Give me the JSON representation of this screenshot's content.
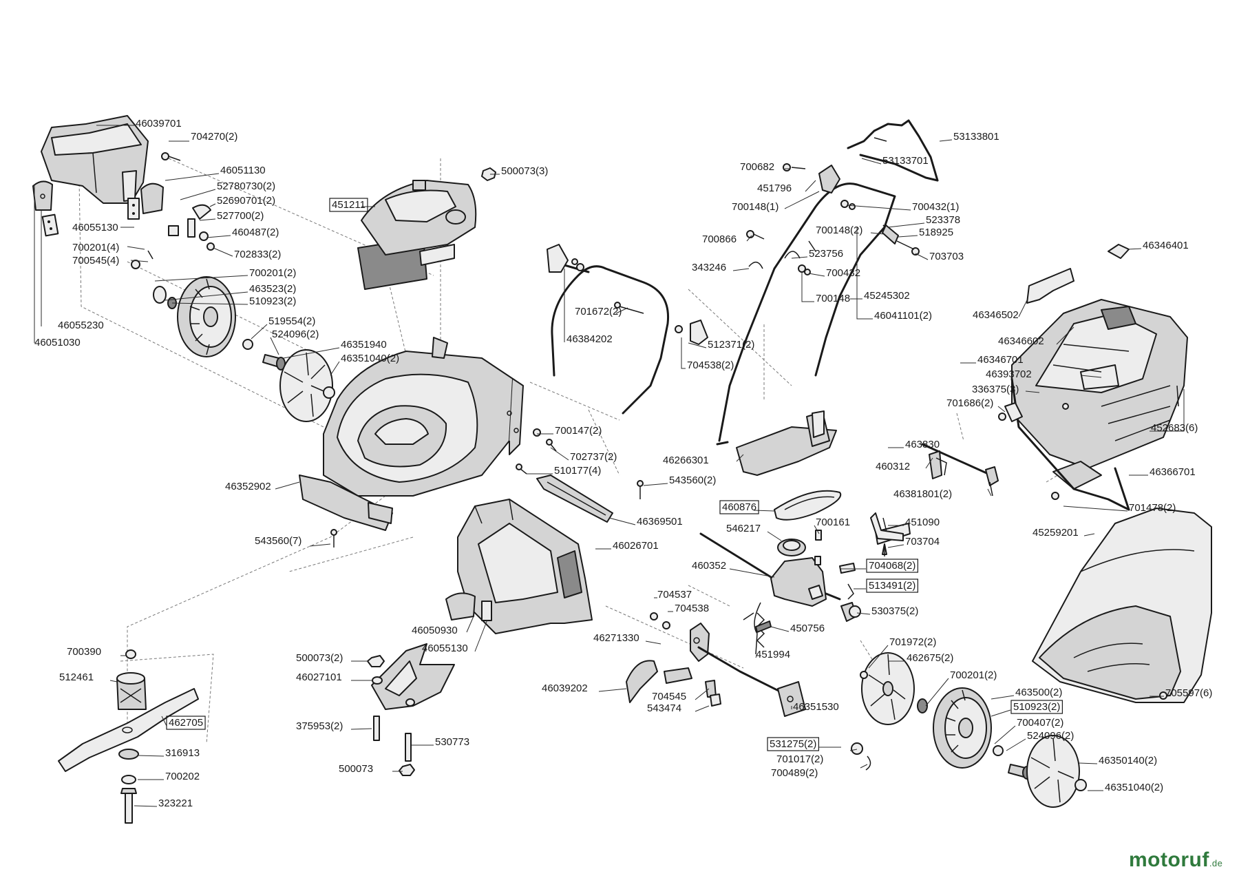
{
  "brand": {
    "name": "motoruf",
    "tld": ".de"
  },
  "colors": {
    "brand": "#2f7a3c",
    "line": "#1a1a1a",
    "part_fill": "#d4d4d4"
  },
  "labels": [
    {
      "id": "l01",
      "text": "46039701"
    },
    {
      "id": "l02",
      "text": "704270(2)"
    },
    {
      "id": "l03",
      "text": "46051130"
    },
    {
      "id": "l04",
      "text": "52780730(2)"
    },
    {
      "id": "l05",
      "text": "52690701(2)"
    },
    {
      "id": "l06",
      "text": "527700(2)"
    },
    {
      "id": "l07",
      "text": "46055130"
    },
    {
      "id": "l08",
      "text": "460487(2)"
    },
    {
      "id": "l09",
      "text": "700201(4)"
    },
    {
      "id": "l10",
      "text": "700545(4)"
    },
    {
      "id": "l11",
      "text": "702833(2)"
    },
    {
      "id": "l12",
      "text": "700201(2)"
    },
    {
      "id": "l13",
      "text": "463523(2)"
    },
    {
      "id": "l14",
      "text": "510923(2)"
    },
    {
      "id": "l15",
      "text": "46055230"
    },
    {
      "id": "l16",
      "text": "46051030"
    },
    {
      "id": "l17",
      "text": "519554(2)"
    },
    {
      "id": "l18",
      "text": "524096(2)"
    },
    {
      "id": "l19",
      "text": "46351940"
    },
    {
      "id": "l20",
      "text": "46351040(2)"
    },
    {
      "id": "l21",
      "text": "500073(3)"
    },
    {
      "id": "l22",
      "text": "451211",
      "boxed": true
    },
    {
      "id": "l23",
      "text": "53133801"
    },
    {
      "id": "l24",
      "text": "53133701"
    },
    {
      "id": "l25",
      "text": "700682"
    },
    {
      "id": "l26",
      "text": "451796"
    },
    {
      "id": "l27",
      "text": "700148(1)"
    },
    {
      "id": "l28",
      "text": "700432(1)"
    },
    {
      "id": "l29",
      "text": "523378"
    },
    {
      "id": "l30",
      "text": "700148(2)"
    },
    {
      "id": "l31",
      "text": "518925"
    },
    {
      "id": "l32",
      "text": "700866"
    },
    {
      "id": "l33",
      "text": "523756"
    },
    {
      "id": "l34",
      "text": "703703"
    },
    {
      "id": "l35",
      "text": "343246"
    },
    {
      "id": "l36",
      "text": "700432"
    },
    {
      "id": "l37",
      "text": "700148"
    },
    {
      "id": "l38",
      "text": "45245302"
    },
    {
      "id": "l39",
      "text": "46041101(2)"
    },
    {
      "id": "l40",
      "text": "701672(2)"
    },
    {
      "id": "l41",
      "text": "46384202"
    },
    {
      "id": "l42",
      "text": "512371(2)"
    },
    {
      "id": "l43",
      "text": "704538(2)"
    },
    {
      "id": "l44",
      "text": "46346401"
    },
    {
      "id": "l45",
      "text": "46346502"
    },
    {
      "id": "l46",
      "text": "46346602"
    },
    {
      "id": "l47",
      "text": "46346701"
    },
    {
      "id": "l48",
      "text": "46393702"
    },
    {
      "id": "l49",
      "text": "336375(3)"
    },
    {
      "id": "l50",
      "text": "701686(2)"
    },
    {
      "id": "l51",
      "text": "452683(6)"
    },
    {
      "id": "l52",
      "text": "700147(2)"
    },
    {
      "id": "l53",
      "text": "702737(2)"
    },
    {
      "id": "l54",
      "text": "510177(4)"
    },
    {
      "id": "l55",
      "text": "46266301"
    },
    {
      "id": "l56",
      "text": "463830"
    },
    {
      "id": "l57",
      "text": "460312"
    },
    {
      "id": "l58",
      "text": "46366701"
    },
    {
      "id": "l59",
      "text": "543560(2)"
    },
    {
      "id": "l60",
      "text": "46381801(2)"
    },
    {
      "id": "l61",
      "text": "46352902"
    },
    {
      "id": "l62",
      "text": "460876",
      "boxed": true
    },
    {
      "id": "l63",
      "text": "701478(2)"
    },
    {
      "id": "l64",
      "text": "46369501"
    },
    {
      "id": "l65",
      "text": "700161"
    },
    {
      "id": "l66",
      "text": "451090"
    },
    {
      "id": "l67",
      "text": "546217"
    },
    {
      "id": "l68",
      "text": "45259201"
    },
    {
      "id": "l69",
      "text": "543560(7)"
    },
    {
      "id": "l70",
      "text": "46026701"
    },
    {
      "id": "l71",
      "text": "703704"
    },
    {
      "id": "l72",
      "text": "460352"
    },
    {
      "id": "l73",
      "text": "704068(2)",
      "boxed": true
    },
    {
      "id": "l74",
      "text": "513491(2)",
      "boxed": true
    },
    {
      "id": "l75",
      "text": "704537"
    },
    {
      "id": "l76",
      "text": "704538"
    },
    {
      "id": "l77",
      "text": "530375(2)"
    },
    {
      "id": "l78",
      "text": "46050930"
    },
    {
      "id": "l79",
      "text": "450756"
    },
    {
      "id": "l80",
      "text": "700390"
    },
    {
      "id": "l81",
      "text": "46055130"
    },
    {
      "id": "l82",
      "text": "46271330"
    },
    {
      "id": "l83",
      "text": "451994"
    },
    {
      "id": "l84",
      "text": "701972(2)"
    },
    {
      "id": "l85",
      "text": "500073(2)"
    },
    {
      "id": "l86",
      "text": "462675(2)"
    },
    {
      "id": "l87",
      "text": "512461"
    },
    {
      "id": "l88",
      "text": "46027101"
    },
    {
      "id": "l89",
      "text": "700201(2)"
    },
    {
      "id": "l90",
      "text": "46039202"
    },
    {
      "id": "l91",
      "text": "704545"
    },
    {
      "id": "l92",
      "text": "463500(2)"
    },
    {
      "id": "l93",
      "text": "705597(6)"
    },
    {
      "id": "l94",
      "text": "543474"
    },
    {
      "id": "l95",
      "text": "46351530"
    },
    {
      "id": "l96",
      "text": "510923(2)",
      "boxed": true
    },
    {
      "id": "l97",
      "text": "375953(2)"
    },
    {
      "id": "l98",
      "text": "462705",
      "boxed": true
    },
    {
      "id": "l99",
      "text": "700407(2)"
    },
    {
      "id": "l100",
      "text": "530773"
    },
    {
      "id": "l101",
      "text": "524096(2)"
    },
    {
      "id": "l102",
      "text": "531275(2)",
      "boxed": true
    },
    {
      "id": "l103",
      "text": "316913"
    },
    {
      "id": "l104",
      "text": "701017(2)"
    },
    {
      "id": "l105",
      "text": "46350140(2)"
    },
    {
      "id": "l106",
      "text": "500073"
    },
    {
      "id": "l107",
      "text": "700489(2)"
    },
    {
      "id": "l108",
      "text": "700202"
    },
    {
      "id": "l109",
      "text": "46351040(2)"
    },
    {
      "id": "l110",
      "text": "323221"
    }
  ]
}
